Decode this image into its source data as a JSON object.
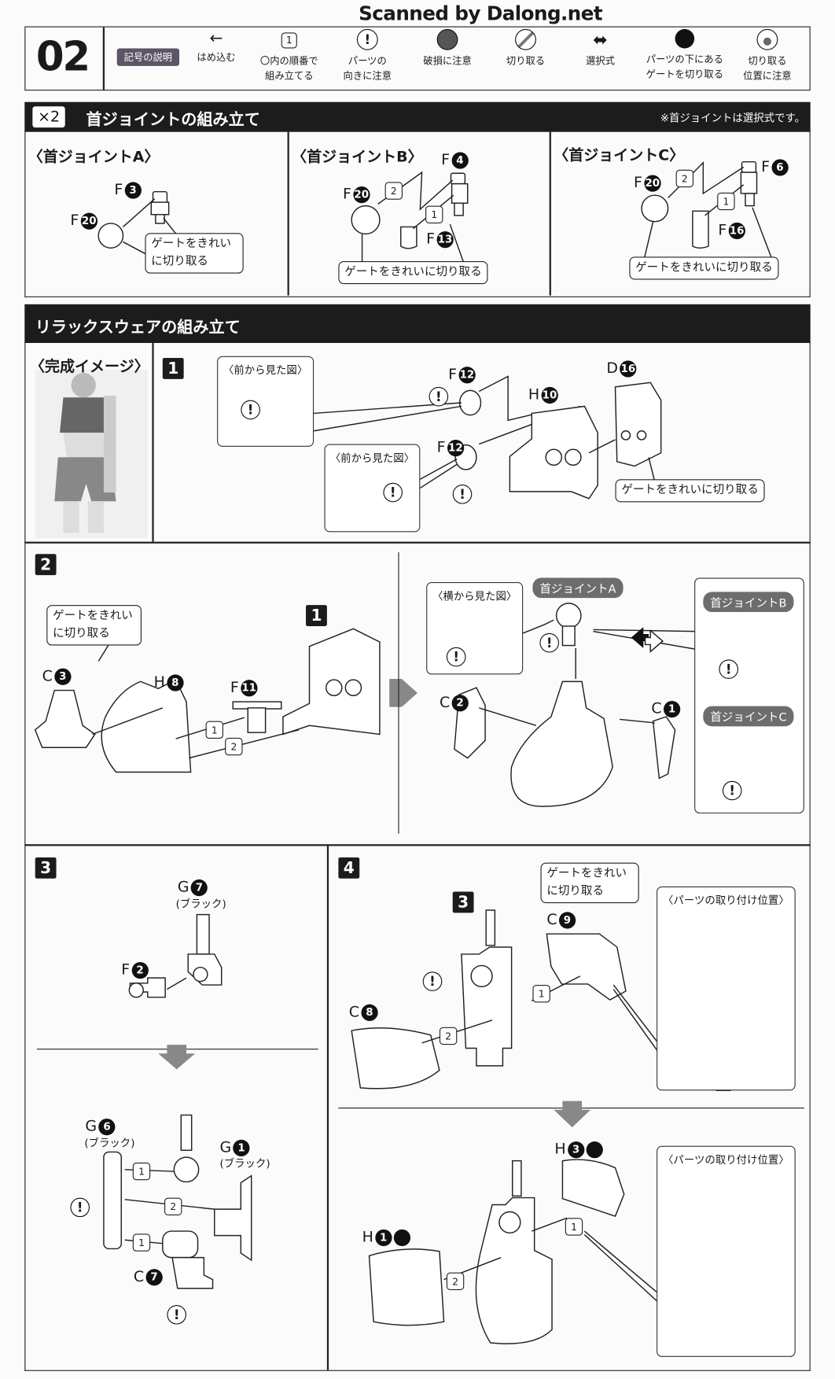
{
  "watermark": "Scanned by Dalong.net",
  "header": {
    "page_number": "02",
    "legend_title": "記号の説明",
    "legend": [
      {
        "icon": "arrow-left-icon",
        "line1": "はめ込む",
        "line2": ""
      },
      {
        "icon": "hexagon-1-icon",
        "line1": "〇内の順番で",
        "line2": "組み立てる"
      },
      {
        "icon": "exclamation-icon",
        "line1": "パーツの",
        "line2": "向きに注意"
      },
      {
        "icon": "breakage-icon",
        "line1": "破損に注意",
        "line2": ""
      },
      {
        "icon": "cut-icon",
        "line1": "切り取る",
        "line2": ""
      },
      {
        "icon": "selection-arrows-icon",
        "line1": "選択式",
        "line2": ""
      },
      {
        "icon": "cut-under-gate-icon",
        "line1": "パーツの下にある",
        "line2": "ゲートを切り取る"
      },
      {
        "icon": "cut-position-icon",
        "line1": "切り取る",
        "line2": "位置に注意"
      }
    ],
    "hex_symbol": "1"
  },
  "neck_section": {
    "count": "×2",
    "title": "首ジョイントの組み立て",
    "note": "※首ジョイントは選択式です。",
    "panels": [
      {
        "title": "〈首ジョイントA〉",
        "parts": [
          {
            "letter": "F",
            "num": "3"
          },
          {
            "letter": "F",
            "num": "20"
          }
        ],
        "callout_line1": "ゲートをきれい",
        "callout_line2": "に切り取る"
      },
      {
        "title": "〈首ジョイントB〉",
        "parts": [
          {
            "letter": "F",
            "num": "4"
          },
          {
            "letter": "F",
            "num": "20"
          },
          {
            "letter": "F",
            "num": "13"
          }
        ],
        "steps": [
          "1",
          "2"
        ],
        "callout": "ゲートをきれいに切り取る"
      },
      {
        "title": "〈首ジョイントC〉",
        "parts": [
          {
            "letter": "F",
            "num": "6"
          },
          {
            "letter": "F",
            "num": "20"
          },
          {
            "letter": "F",
            "num": "16"
          }
        ],
        "steps": [
          "1",
          "2"
        ],
        "callout": "ゲートをきれいに切り取る"
      }
    ]
  },
  "relax_section": {
    "title": "リラックスウェアの組み立て",
    "completion_label": "〈完成イメージ〉",
    "step1": {
      "number": "1",
      "view_label_1": "〈前から見た図〉",
      "view_label_2": "〈前から見た図〉",
      "parts": [
        {
          "letter": "F",
          "num": "12"
        },
        {
          "letter": "H",
          "num": "10"
        },
        {
          "letter": "F",
          "num": "12"
        },
        {
          "letter": "D",
          "num": "16"
        }
      ],
      "callout": "ゲートをきれいに切り取る"
    },
    "step2": {
      "number": "2",
      "callout_line1": "ゲートをきれい",
      "callout_line2": "に切り取る",
      "ref_step": "1",
      "parts": [
        {
          "letter": "C",
          "num": "3"
        },
        {
          "letter": "H",
          "num": "8"
        },
        {
          "letter": "F",
          "num": "11"
        },
        {
          "letter": "C",
          "num": "2"
        },
        {
          "letter": "C",
          "num": "1"
        }
      ],
      "steps": [
        "1",
        "2"
      ],
      "side_view_label": "〈横から見た図〉",
      "tag_a": "首ジョイントA",
      "tag_b": "首ジョイントB",
      "tag_c": "首ジョイントC"
    },
    "step3": {
      "number": "3",
      "parts": [
        {
          "letter": "G",
          "num": "7",
          "note": "(ブラック)"
        },
        {
          "letter": "F",
          "num": "2"
        },
        {
          "letter": "G",
          "num": "6",
          "note": "(ブラック)"
        },
        {
          "letter": "G",
          "num": "1",
          "note": "(ブラック)"
        },
        {
          "letter": "C",
          "num": "7"
        }
      ],
      "steps": [
        "1",
        "2",
        "1"
      ]
    },
    "step4": {
      "number": "4",
      "ref_step": "3",
      "callout_line1": "ゲートをきれい",
      "callout_line2": "に切り取る",
      "parts": [
        {
          "letter": "C",
          "num": "9"
        },
        {
          "letter": "C",
          "num": "8"
        },
        {
          "letter": "H",
          "num": "3"
        },
        {
          "letter": "H",
          "num": "1"
        }
      ],
      "steps": [
        "1",
        "2",
        "1",
        "2"
      ],
      "position_label_1": "〈パーツの取り付け位置〉",
      "position_label_2": "〈パーツの取り付け位置〉"
    }
  },
  "colors": {
    "bar": "#1c1c1c",
    "tag": "#6d6d6d",
    "legend_pill": "#5b5566"
  }
}
